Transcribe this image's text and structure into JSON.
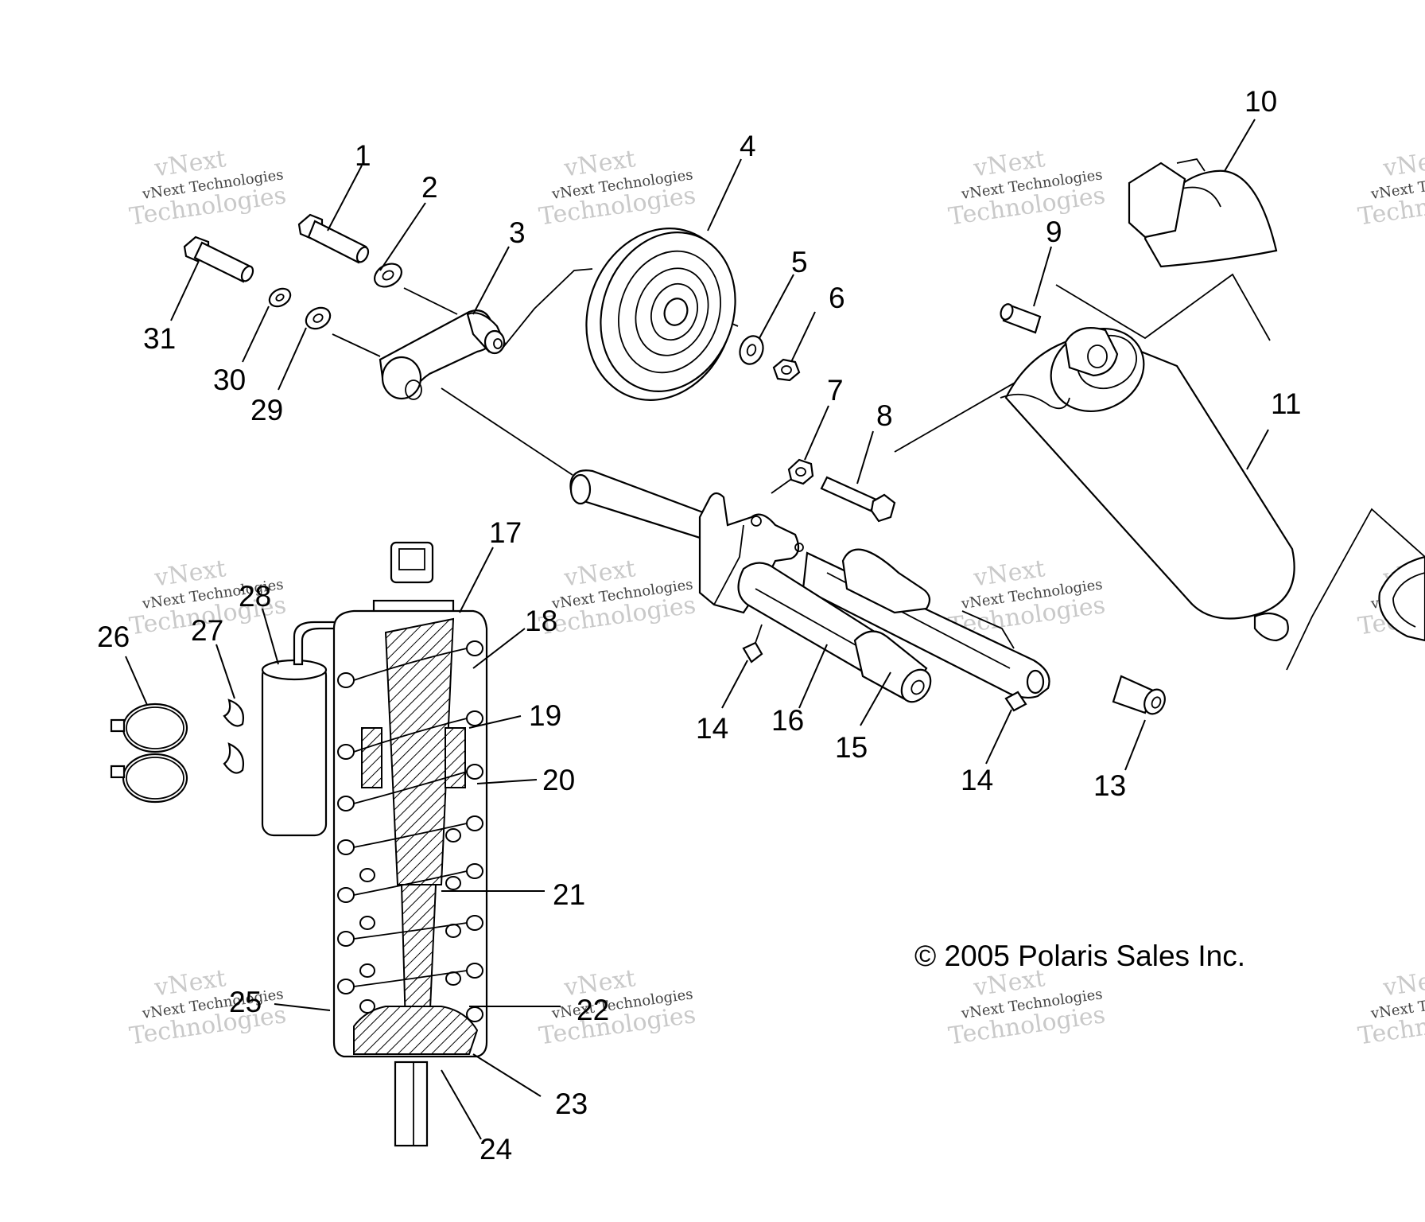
{
  "copyright": "© 2005 Polaris Sales Inc.",
  "watermark": {
    "line1": "vNext",
    "line2": "vNext Technologies",
    "line3": "Technologies"
  },
  "callouts": [
    "1",
    "2",
    "3",
    "4",
    "5",
    "6",
    "7",
    "8",
    "9",
    "10",
    "11",
    "13",
    "14",
    "14",
    "15",
    "16",
    "17",
    "18",
    "19",
    "20",
    "21",
    "22",
    "23",
    "24",
    "25",
    "26",
    "27",
    "28",
    "29",
    "30",
    "31"
  ]
}
